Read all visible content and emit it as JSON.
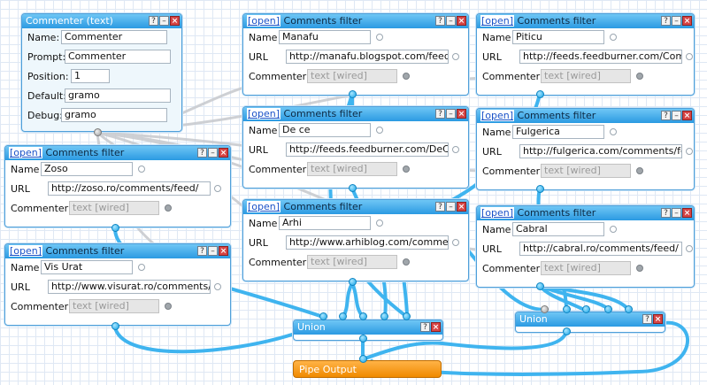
{
  "commenter": {
    "title": "Commenter (text)",
    "fields": [
      {
        "label": "Name:",
        "value": "Commenter"
      },
      {
        "label": "Prompt:",
        "value": "Commenter"
      },
      {
        "label": "Position:",
        "value": "1"
      },
      {
        "label": "Default:",
        "value": "gramo"
      },
      {
        "label": "Debug:",
        "value": "gramo"
      }
    ]
  },
  "filter_labels": {
    "open": "[open]",
    "title": "Comments filter",
    "name": "Name",
    "url": "URL",
    "commenter": "Commenter",
    "wired_placeholder": "text [wired]"
  },
  "filters": [
    {
      "name": "Manafu",
      "url": "http://manafu.blogspot.com/feeds."
    },
    {
      "name": "Piticu",
      "url": "http://feeds.feedburner.com/Comr"
    },
    {
      "name": "De ce",
      "url": "http://feeds.feedburner.com/DeCe"
    },
    {
      "name": "Fulgerica",
      "url": "http://fulgerica.com/comments/fee"
    },
    {
      "name": "Zoso",
      "url": "http://zoso.ro/comments/feed/"
    },
    {
      "name": "Arhi",
      "url": "http://www.arhiblog.com/comment"
    },
    {
      "name": "Cabral",
      "url": "http://cabral.ro/comments/feed/"
    },
    {
      "name": "Vis Urat",
      "url": "http://www.visurat.ro/comments/fe"
    }
  ],
  "union_label": "Union",
  "pipe_output_label": "Pipe Output",
  "controls": {
    "help": "?",
    "minimize": "–",
    "close": "×"
  },
  "colors": {
    "accent": "#2b9ae2",
    "wire": "#3fb4ef",
    "output": "#f08a00"
  }
}
